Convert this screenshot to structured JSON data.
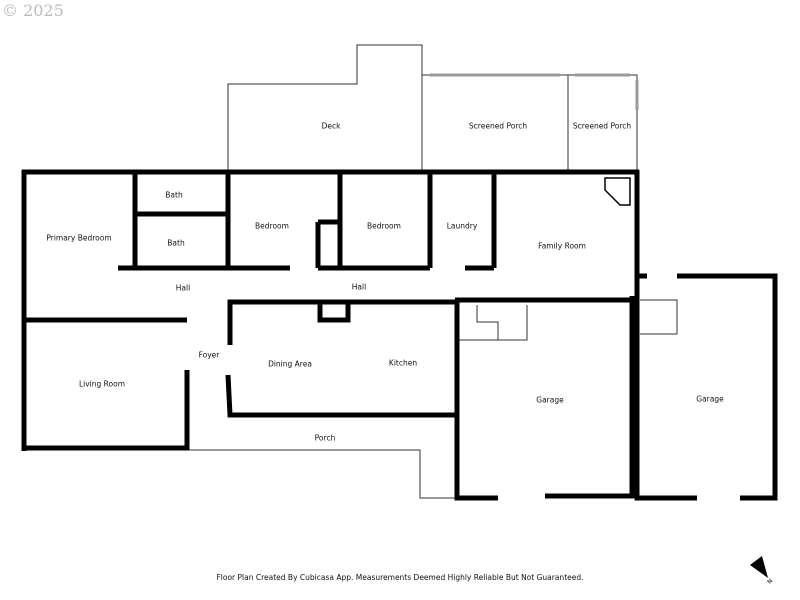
{
  "watermark": "© 2025",
  "footer": "Floor Plan Created By Cubicasa App. Measurements Deemed Highly Reliable But Not Guaranteed.",
  "compass": {
    "icon": "north-arrow-icon",
    "label": "N"
  },
  "rooms": [
    {
      "name": "Deck"
    },
    {
      "name": "Screened Porch"
    },
    {
      "name": "Screened Porch"
    },
    {
      "name": "Bath"
    },
    {
      "name": "Primary Bedroom"
    },
    {
      "name": "Bath"
    },
    {
      "name": "Bedroom"
    },
    {
      "name": "Bedroom"
    },
    {
      "name": "Laundry"
    },
    {
      "name": "Family Room"
    },
    {
      "name": "Hall"
    },
    {
      "name": "Hall"
    },
    {
      "name": "Foyer"
    },
    {
      "name": "Living Room"
    },
    {
      "name": "Dining Area"
    },
    {
      "name": "Kitchen"
    },
    {
      "name": "Garage"
    },
    {
      "name": "Garage"
    },
    {
      "name": "Porch"
    }
  ]
}
